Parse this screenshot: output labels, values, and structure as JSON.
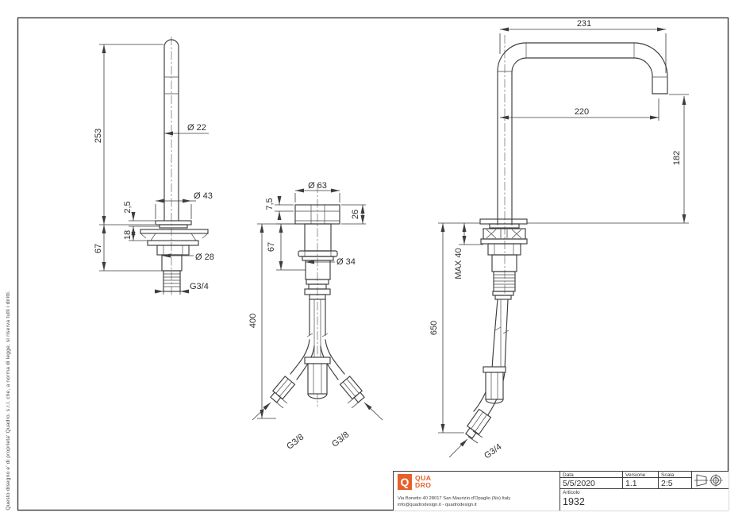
{
  "note": "Questo disegno e' di proprieta' Quadro. s.r.l. che, a norma di legge, si riserva tutti i diritti.",
  "colors": {
    "accent": "#e7602a",
    "line": "#3d3d3d"
  },
  "front_view": {
    "height": "253",
    "tube_diameter": "Ø 22",
    "flange_diameter": "Ø 43",
    "plate_thickness": "2,5",
    "flange_height": "18",
    "below_deck": "67",
    "body_diameter": "Ø 28",
    "thread": "G3/4"
  },
  "handle_view": {
    "knob_diameter": "Ø 63",
    "cap_height": "7,5",
    "knob_height": "26",
    "below_deck": "67",
    "body_diameter": "Ø 34",
    "hose_length": "400",
    "left_thread": "G3/8",
    "right_thread": "G3/8"
  },
  "side_view": {
    "reach_overall": "231",
    "reach_spout": "220",
    "spout_height": "182",
    "max_thickness": "MAX 40",
    "hose_length": "650",
    "thread": "G3/4"
  },
  "title_block": {
    "logo_letter": "Q",
    "logo_line1": "QUA",
    "logo_line2": "DRO",
    "address_line1": "Via Bonetto 40  28017 San Maurizio d'Opaglio (No) Italy",
    "address_line2": "info@quadrodesign.it  -  quadrodesign.it",
    "date_label": "Data",
    "date_value": "5/5/2020",
    "version_label": "Versione",
    "version_value": "1.1",
    "scale_label": "Scala",
    "scale_value": "2:5",
    "article_label": "Articolo",
    "article_value": "1932"
  }
}
